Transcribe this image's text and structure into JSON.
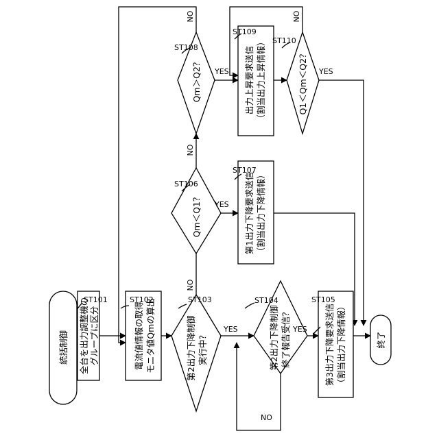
{
  "nodes": {
    "start": "統括制御",
    "st101_label": "ST101",
    "st101_line1": "全台を出力調整機の",
    "st101_line2": "グループに区分",
    "st102_label": "ST102",
    "st102_line1": "電流値情報の取得",
    "st102_line2": "モニタ値Qmの算出",
    "st103_label": "ST103",
    "st103_line1": "第2出力下降制御",
    "st103_line2": "実行中？",
    "st104_label": "ST104",
    "st104_line1": "第2出力下降制御",
    "st104_line2": "終了報告受信？",
    "st105_label": "ST105",
    "st105_line1": "第3出力下降要求送信",
    "st105_line2": "（割当出力下降情報）",
    "st106_label": "ST106",
    "st106_line1": "Qm＜Q1？",
    "st107_label": "ST107",
    "st107_line1": "第1出力下降要求送信",
    "st107_line2": "（割当出力下降情報）",
    "st108_label": "ST108",
    "st108_line1": "Qm＞Q2？",
    "st109_label": "ST109",
    "st109_line1": "出力上昇要求送信",
    "st109_line2": "（割当出力上昇情報）",
    "st110_label": "ST110",
    "st110_line1": "Q1＜Qm＜Q2？",
    "end": "終了"
  },
  "branches": {
    "st103_yes": "YES",
    "st103_no": "NO",
    "st104_yes": "YES",
    "st104_no": "NO",
    "st106_yes": "YES",
    "st106_no": "NO",
    "st108_yes": "YES",
    "st108_no": "NO",
    "st110_yes": "YES",
    "st110_no": "NO"
  }
}
